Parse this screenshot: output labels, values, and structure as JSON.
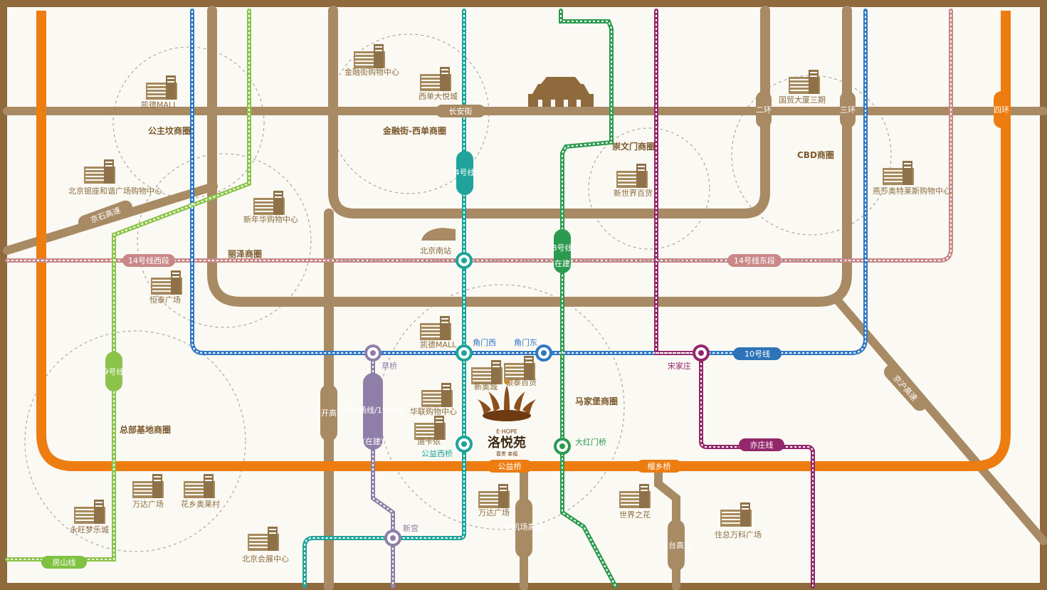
{
  "colors": {
    "frame": "#8e6a3c",
    "ring_road": "#a88a64",
    "ring4": "#ed7d10",
    "line4": "#1fa39a",
    "line8": "#2c9a4f",
    "line9": "#8bc34a",
    "line10": "#2e73b8",
    "line14": "#c98888",
    "line19": "#8f7fa8",
    "yizhuang": "#93276b",
    "fangshan": "#7fc241",
    "blue_line": "#2f78c4"
  },
  "roads": {
    "changan": "长安街",
    "ring2_inner": "二环",
    "ring3": "三环",
    "ring4": "四环",
    "jingkai": "京开高速",
    "jingtai": "京台高速",
    "jinghu": "京沪高速",
    "jingjin": "京石高速",
    "xinjichang": "新机场高速",
    "xinjichang_note": "(在建)"
  },
  "lines": {
    "line4": "4号线",
    "line8": "8号线",
    "line8_note": "(在建)",
    "line9": "9号线",
    "line10": "10号线",
    "line14w": "14号线西段",
    "line14e": "14号线东段",
    "line19": "新机场线/19号线",
    "line19_note": "(在建)",
    "yizhuang": "亦庄线",
    "fangshan": "房山线"
  },
  "stations": {
    "beijing_south": "北京南站",
    "jiaomen_west": "角门西",
    "jiaomen_east": "角门东",
    "caoqiao": "草桥",
    "songjiazhuang": "宋家庄",
    "gongyixiqiao": "公益西桥",
    "dahongmenqiao": "大红门桥",
    "xingong": "新宫"
  },
  "bridges": {
    "gongyi": "公益桥",
    "liuxiang": "榴乡桥"
  },
  "areas": {
    "gongzhufen": "公主坟商圈",
    "jinrongjie": "金融街-西单商圈",
    "chongwenmen": "崇文门商圈",
    "cbd": "CBD商圈",
    "lize": "丽泽商圈",
    "majiapu": "马家堡商圈",
    "zongbu": "总部基地商圈"
  },
  "pois": {
    "kaide1": "凯德MALL",
    "jinrongjie_mall": "金融街购物中心",
    "xidan_joy": "西单大悦城",
    "guomao": "国贸大厦三期",
    "yinzuo": "北京银座和谐广场购物中心",
    "xinnianhua": "新年华购物中心",
    "xinshijie": "新世界百货",
    "yansha": "燕莎奥特莱斯购物中心",
    "hengtai": "恒泰广场",
    "kaide2": "凯德MALL",
    "xinaocheng": "新奥城",
    "yintai": "银泰百货",
    "hualian": "华联购物中心",
    "dikalun": "迪卡侬",
    "wanda1": "万达广场",
    "huaxiang": "花乡奥莱村",
    "yongwang": "永旺梦乐城",
    "huizhan": "北京会展中心",
    "wanda2": "万达广场",
    "shijiezhihua": "世界之花",
    "wanke": "住总万科广场"
  },
  "project": {
    "en": "E·HOPE",
    "name": "洛悦苑",
    "slogan": "尊贵 幸福"
  }
}
